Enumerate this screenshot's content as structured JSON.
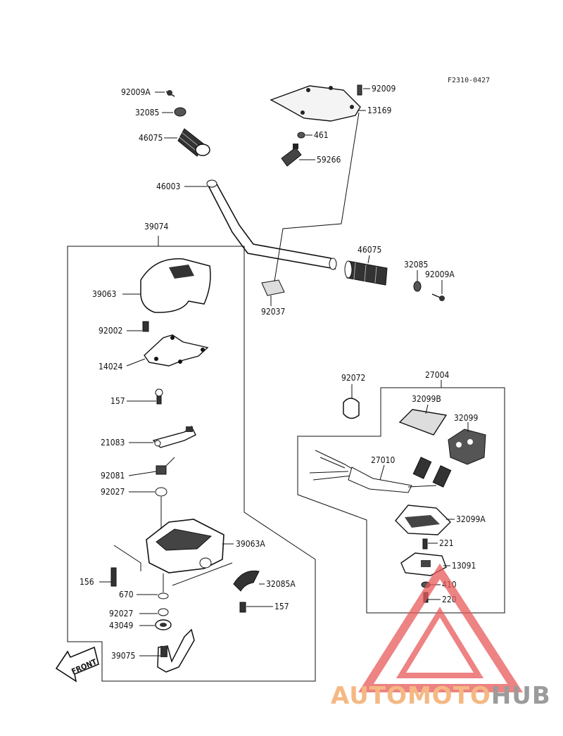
{
  "figure_code": "F2310-0427",
  "labels": {
    "p92009A_top": "92009A",
    "p32085_top": "32085",
    "p46075_top": "46075",
    "p92009": "92009",
    "p13169": "13169",
    "p461": "461",
    "p59266": "59266",
    "p46003": "46003",
    "p46075_right": "46075",
    "p32085_right": "32085",
    "p92009A_right": "92009A",
    "p92037": "92037",
    "p39074": "39074",
    "p39063": "39063",
    "p92002": "92002",
    "p14024": "14024",
    "p157_top": "157",
    "p21083": "21083",
    "p92081": "92081",
    "p92027_top": "92027",
    "p39063A": "39063A",
    "p156": "156",
    "p670": "670",
    "p32085A": "32085A",
    "p157_bottom": "157",
    "p92027_bottom": "92027",
    "p43049": "43049",
    "p39075": "39075",
    "p92072": "92072",
    "p27004": "27004",
    "p32099B": "32099B",
    "p32099": "32099",
    "p27010": "27010",
    "p32099A": "32099A",
    "p221": "221",
    "p13091": "13091",
    "p410": "410",
    "p220": "220"
  },
  "front_label": "FRONT",
  "watermark": {
    "part1": "AUTOMOTO",
    "part2": "HUB",
    "color1": "#f2a15a",
    "color2": "#7a7a7a",
    "triangle_color": "#e85a5a"
  }
}
